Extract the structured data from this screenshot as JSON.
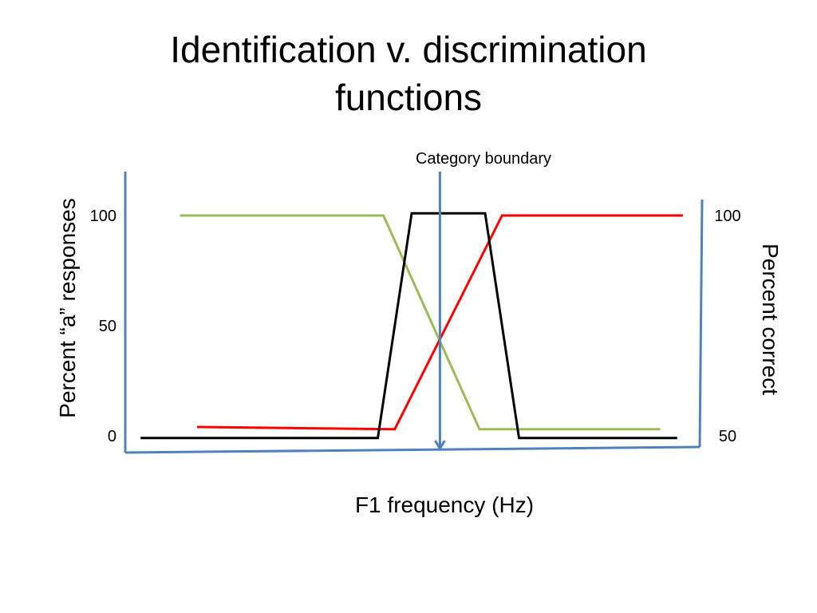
{
  "title": {
    "line1": "Identification v. discrimination",
    "line2": "functions"
  },
  "chart_data": {
    "type": "line",
    "annotation": "Category boundary",
    "xlabel": "F1 frequency (Hz)",
    "ylabel_left": "Percent “a” responses",
    "ylabel_right": "Percent correct",
    "left_ticks": [
      "100",
      "50",
      "0"
    ],
    "right_ticks": [
      "100",
      "50"
    ],
    "ylim": [
      0,
      100
    ],
    "xlim": [
      0,
      100
    ],
    "boundary_x": 55,
    "series": [
      {
        "color": "#9bbb59",
        "points": [
          [
            9,
            100
          ],
          [
            45,
            100
          ],
          [
            62,
            3
          ],
          [
            94,
            3
          ]
        ]
      },
      {
        "color": "#ff0000",
        "points": [
          [
            12,
            4
          ],
          [
            47,
            3
          ],
          [
            66,
            100
          ],
          [
            98,
            100
          ]
        ]
      },
      {
        "color": "#000000",
        "points": [
          [
            2,
            -1
          ],
          [
            44,
            -1
          ],
          [
            50,
            101
          ],
          [
            63,
            101
          ],
          [
            69,
            -1
          ],
          [
            97,
            -1
          ]
        ]
      }
    ],
    "colors": {
      "axes": "#4f81bd"
    }
  }
}
